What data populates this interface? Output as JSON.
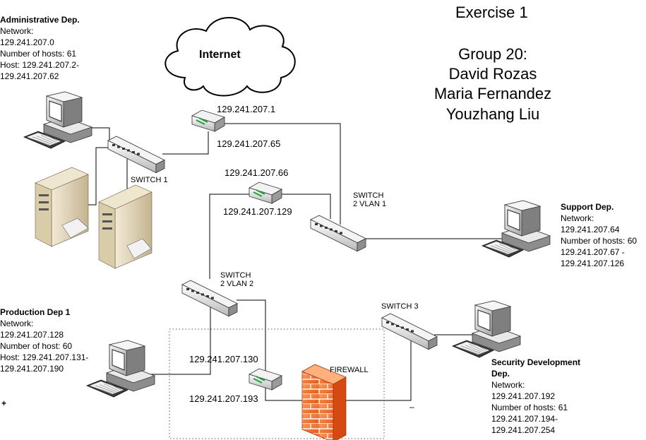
{
  "header": {
    "exercise": "Exercise 1",
    "group": "Group 20:",
    "members": [
      "David Rozas",
      "Maria Fernandez",
      "Youzhang Liu"
    ]
  },
  "cloud": {
    "label": "Internet"
  },
  "departments": {
    "administrative": {
      "name": "Administrative Dep.",
      "lines": [
        "Network:",
        "129.241.207.0",
        "Number of hosts: 61",
        "Host: 129.241.207.2-",
        "129.241.207.62"
      ]
    },
    "support": {
      "name": "Support Dep.",
      "lines": [
        "Network:",
        "129.241.207.64",
        "Number of hosts: 60",
        "129.241.207.67 -",
        "129.241.207.126"
      ]
    },
    "production": {
      "name": "Production Dep 1",
      "lines": [
        "Network:",
        "129.241.207.128",
        "Number of host: 60",
        "Host: 129.241.207.131-",
        "129.241.207.190"
      ]
    },
    "security": {
      "name_line1": "Security Development",
      "name_line2": "Dep.",
      "lines": [
        "Network:",
        "129.241.207.192",
        "Number of hosts: 61",
        "129.241.207.194-",
        "129.241.207.254"
      ]
    }
  },
  "devices": {
    "switch1": "SWITCH 1",
    "switch2vlan1": [
      "SWITCH",
      "2 VLAN 1"
    ],
    "switch2vlan2": [
      "SWITCH",
      "2 VLAN 2"
    ],
    "switch3": "SWITCH 3",
    "firewall": "FIREWALL"
  },
  "addresses": {
    "r1_top": "129.241.207.1",
    "r1_bottom": "129.241.207.65",
    "r2_top": "129.241.207.66",
    "r2_bottom": "129.241.207.129",
    "r3_top": "129.241.207.130",
    "r3_bottom": "129.241.207.193"
  },
  "marks": {
    "plus": "+",
    "dash": "–"
  }
}
